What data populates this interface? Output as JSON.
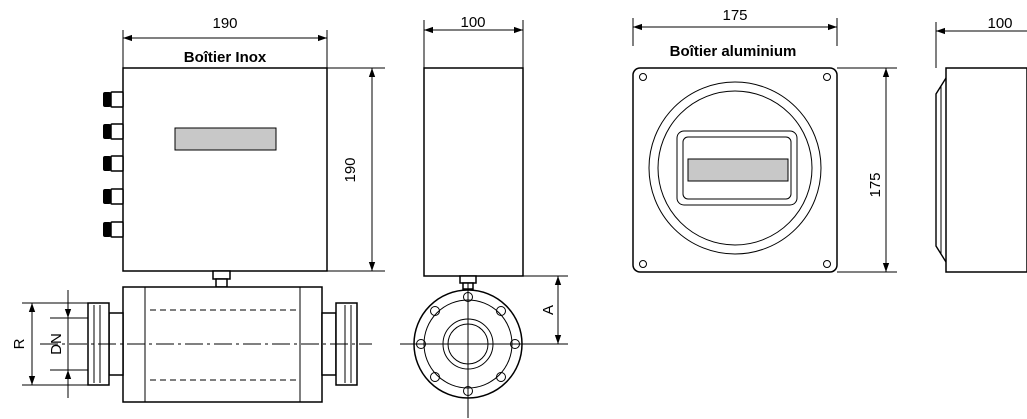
{
  "labels": {
    "inox_title": "Boîtier  Inox",
    "alu_title": "Boîtier  aluminium",
    "dim_inox_width": "190",
    "dim_inox_height": "190",
    "dim_inox_depth": "100",
    "dim_alu_width": "175",
    "dim_alu_height": "175",
    "dim_alu_depth": "100",
    "dim_R": "R",
    "dim_DN": "DN",
    "dim_A": "A"
  },
  "colors": {
    "display": "#c8c8c8",
    "line": "#000000"
  }
}
